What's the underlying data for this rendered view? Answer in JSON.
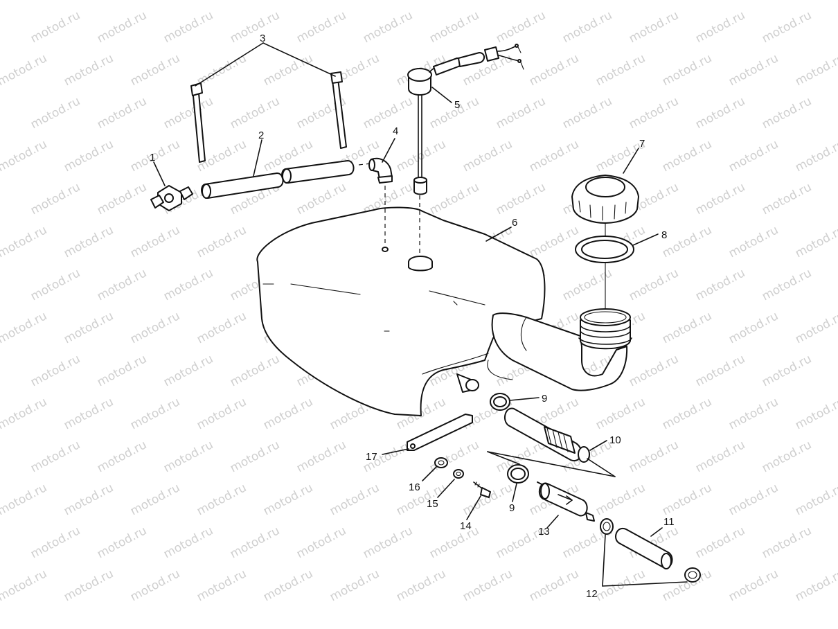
{
  "watermark": "motod.ru",
  "callouts": [
    "1",
    "2",
    "3",
    "4",
    "5",
    "6",
    "7",
    "8",
    "9",
    "10",
    "9",
    "11",
    "12",
    "13",
    "14",
    "15",
    "16",
    "17"
  ],
  "colors": {
    "ink": "#111111",
    "background": "#ffffff",
    "watermark": "#cfcfcf"
  }
}
